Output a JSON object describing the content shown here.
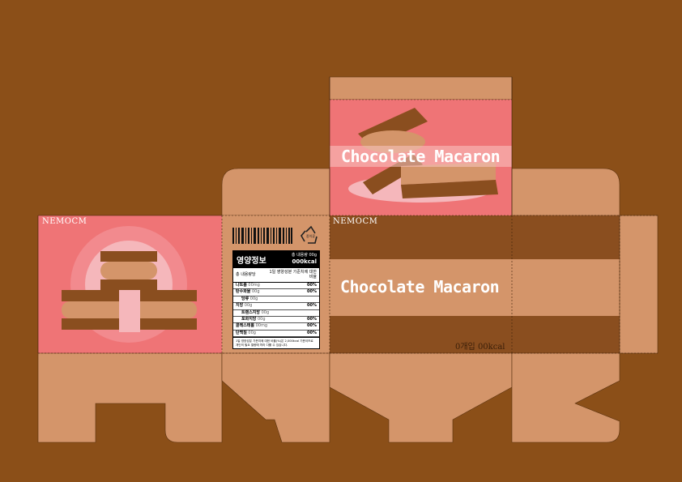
{
  "colors": {
    "background": "#8b4f18",
    "panel_tan": "#d4956a",
    "pink": "#ef7476",
    "light_pink": "#f5b7bb",
    "chocolate": "#8a4e1f",
    "white": "#ffffff"
  },
  "brand": "NEMOCM",
  "product_name": "Chocolate Macaron",
  "content_label": "0개입 00kcal",
  "recycle_mark": "종이류",
  "nutrition": {
    "title": "영양정보",
    "total_amount": "총 내용량 00g",
    "total_kcal": "000kcal",
    "per_label": "총 내용량당",
    "daily_label": "1일 영양성분 기준치에 대한 비율",
    "rows": [
      {
        "name": "나트륨",
        "amount": "00mg",
        "percent": "00%",
        "indent": false
      },
      {
        "name": "탄수화물",
        "amount": "00g",
        "percent": "00%",
        "indent": false
      },
      {
        "name": "당류",
        "amount": "00g",
        "percent": "",
        "indent": true
      },
      {
        "name": "지방",
        "amount": "00g",
        "percent": "00%",
        "indent": false
      },
      {
        "name": "트랜스지방",
        "amount": "00g",
        "percent": "",
        "indent": true
      },
      {
        "name": "포화지방",
        "amount": "00g",
        "percent": "00%",
        "indent": true
      },
      {
        "name": "콜레스테롤",
        "amount": "00mg",
        "percent": "00%",
        "indent": false
      },
      {
        "name": "단백질",
        "amount": "00g",
        "percent": "00%",
        "indent": false
      }
    ],
    "footnote": "1일 영양성분 기준치에 대한 비율(%)은 2,000kcal 기준이므로 개인의 필요 열량에 따라 다를 수 있습니다."
  }
}
